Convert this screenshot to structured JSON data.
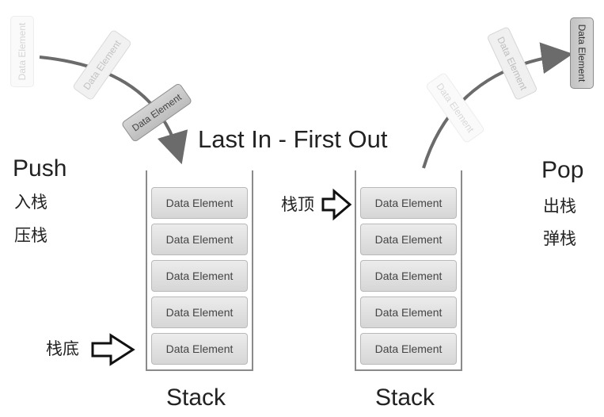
{
  "title": "Last In - First Out",
  "element_label": "Data Element",
  "left": {
    "heading": "Push",
    "cn1": "入栈",
    "cn2": "压栈",
    "bottom_marker": "栈底",
    "stack_label": "Stack",
    "elements": [
      "Data Element",
      "Data Element",
      "Data Element",
      "Data Element",
      "Data Element"
    ]
  },
  "right": {
    "heading": "Pop",
    "cn1": "出栈",
    "cn2": "弹栈",
    "top_marker": "栈顶",
    "stack_label": "Stack",
    "elements": [
      "Data Element",
      "Data Element",
      "Data Element",
      "Data Element",
      "Data Element"
    ]
  },
  "colors": {
    "arrow": "#6b6b6b",
    "element_border": "#b9b9b9",
    "stack_wall": "#8a8a8a"
  }
}
